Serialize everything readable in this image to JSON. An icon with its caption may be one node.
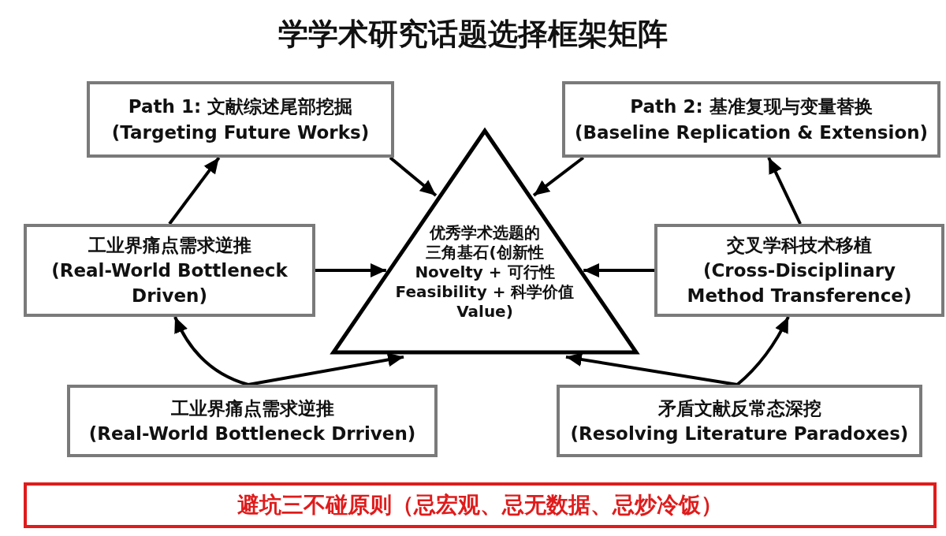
{
  "diagram": {
    "title": "学学术研究话题选择框架矩阵",
    "nodes": [
      {
        "text": [
          "Path 1: 文献综述尾部挖掘",
          "(Targeting Future Works)"
        ]
      },
      {
        "text": [
          "Path 2: 基准复现与变量替换",
          "(Baseline Replication & Extension)"
        ]
      },
      {
        "text": [
          "优秀学术选题的三角基石(创新性 Novelty + 可行性 Feasibility + 科学价值 Value)"
        ]
      },
      {
        "text": [
          "工业界痛点需求逆推",
          "(Real-World Bottleneck Driven)"
        ]
      },
      {
        "text": [
          "交叉学科技术移植",
          "(Cross-Disciplinary Method Transference)"
        ]
      },
      {
        "text": [
          "工业界痛点需求逆推",
          "(Real-World Bottleneck Drriven)"
        ]
      },
      {
        "text": [
          "矛盾文献反常态深挖",
          "(Resolving Literature Paradoxes)"
        ]
      },
      {
        "text": [
          "避坑三不碰原则（忌宏观、忌无数据、忌炒冷饭）"
        ]
      }
    ],
    "edges": [
      {
        "from": 3,
        "to": 0,
        "arrow": "to"
      },
      {
        "from": 0,
        "to": 2,
        "arrow": "to"
      },
      {
        "from": 1,
        "to": 2,
        "arrow": "to"
      },
      {
        "from": 3,
        "to": 2,
        "arrow": "to"
      },
      {
        "from": 4,
        "to": 2,
        "arrow": "to"
      },
      {
        "from": 4,
        "to": 1,
        "arrow": "to"
      },
      {
        "from": 5,
        "to": 3,
        "arrow": "to"
      },
      {
        "from": 5,
        "to": 2,
        "arrow": "to"
      },
      {
        "from": 6,
        "to": 4,
        "arrow": "to"
      },
      {
        "from": 6,
        "to": 2,
        "arrow": "to"
      }
    ]
  }
}
